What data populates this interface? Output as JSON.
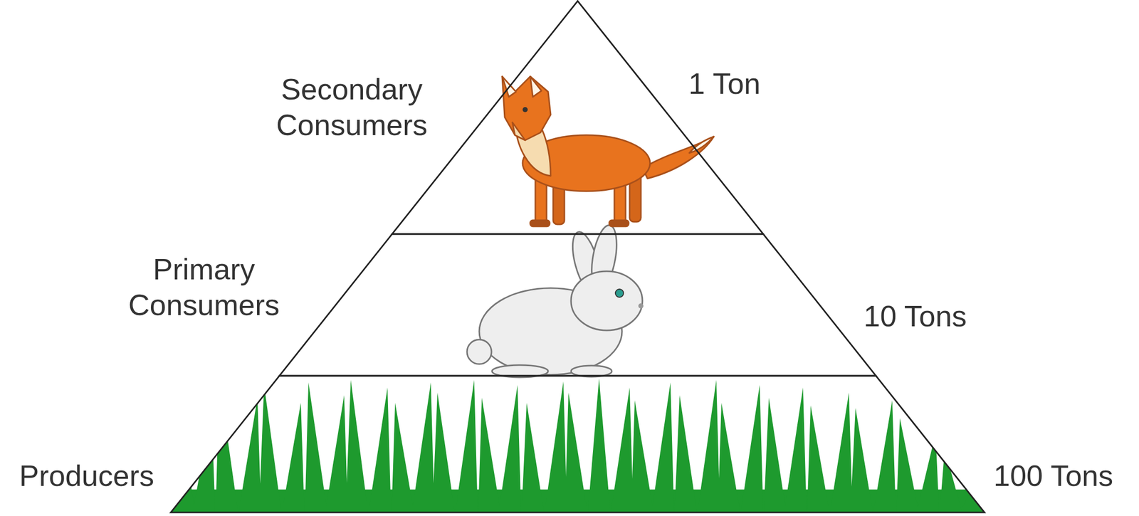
{
  "diagram": {
    "nodes": [
      {
        "text": [
          "Secondary Consumers",
          "1 Ton"
        ]
      },
      {
        "text": [
          "Primary Consumers",
          "10 Tons"
        ]
      },
      {
        "text": [
          "Producers",
          "100 Tons"
        ]
      }
    ]
  }
}
